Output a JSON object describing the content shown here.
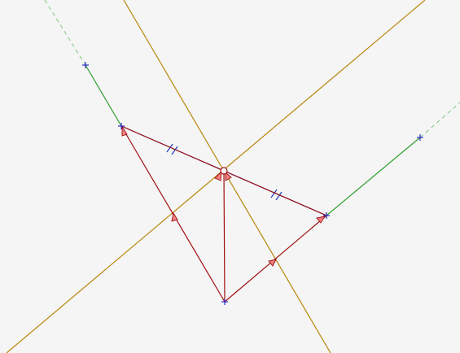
{
  "colors": {
    "background": "#f5f5f5",
    "construction_line": "#b8860b",
    "segment": "#1f3fbf",
    "vector": "#a01010",
    "arrow_fill": "#f08080",
    "extension": "#2e9e2e",
    "point": "#2c2cc8",
    "midpoint_fill": "#ffffff"
  },
  "icons": {
    "point": "plus-marker",
    "midpoint": "open-circle",
    "arrow": "triangle-arrowhead",
    "equal_mark": "double-tick"
  }
}
